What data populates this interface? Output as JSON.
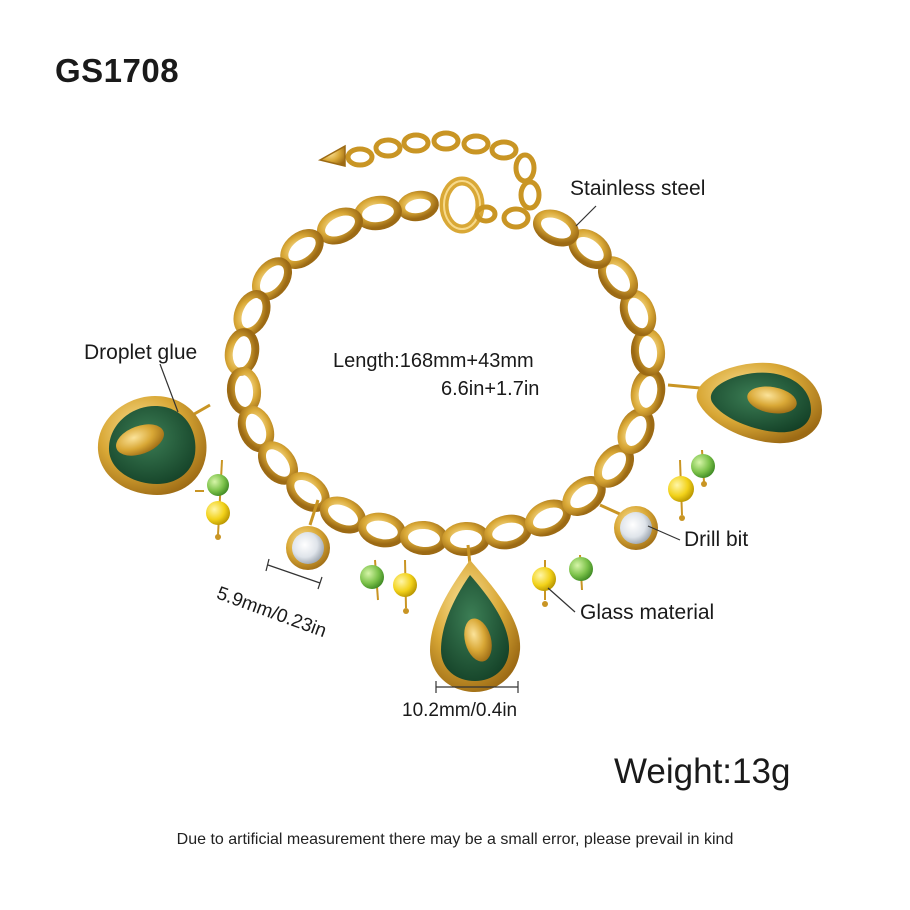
{
  "product": {
    "sku": "GS1708",
    "weight": "Weight:13g",
    "note": "Due to artificial measurement there may be a small error, please prevail in kind"
  },
  "labels": {
    "stainless_steel": "Stainless steel",
    "droplet_glue": "Droplet glue",
    "length_mm": "Length:168mm+43mm",
    "length_in": "6.6in+1.7in",
    "drill_bit": "Drill bit",
    "glass_material": "Glass material",
    "dim_drill": "5.9mm/0.23in",
    "dim_pendant": "10.2mm/0.4in"
  },
  "colors": {
    "gold": "#d9a836",
    "gold_dark": "#a8741a",
    "enamel_green": "#1f5e3b",
    "bead_green": "#7cc24a",
    "bead_yellow": "#f2d21a"
  }
}
